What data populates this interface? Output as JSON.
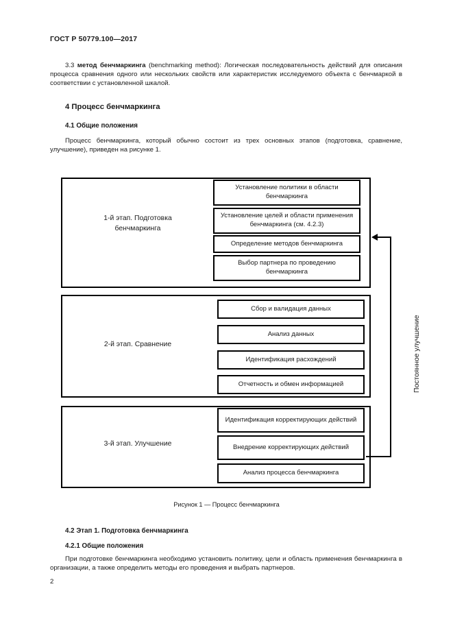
{
  "header": {
    "standard_ref": "ГОСТ Р 50779.100—2017"
  },
  "body": {
    "clause_3_3": {
      "number": "3.3",
      "term": "метод бенчмаркинга",
      "rest": " (benchmarking method): Логическая последовательность действий для описания процесса сравнения одного или нескольких свойств или характеристик исследуемого объекта с бенчмаркой в соответствии с установленной шкалой."
    },
    "heading_4": "4 Процесс бенчмаркинга",
    "heading_4_1": "4.1 Общие положения",
    "para_4_1": "Процесс бенчмаркинга, который обычно состоит из трех основных этапов (подготовка, сравнение, улучшение), приведен на рисунке 1.",
    "heading_4_2": "4.2 Этап 1. Подготовка бенчмаркинга",
    "heading_4_2_1": "4.2.1 Общие положения",
    "para_4_2_1": "При подготовке бенчмаркинга необходимо установить политику, цели и область применения бенчмаркинга в организации, а также определить методы его проведения и выбрать партнеров."
  },
  "figure": {
    "caption": "Рисунок 1 — Процесс бенчмаркинга",
    "loop_label": "Постоянное улучшение",
    "stages": [
      {
        "label_line1": "1-й этап. Подготовка",
        "label_line2": "бенчмаркинга",
        "items": [
          "Установление политики в области бенчмаркинга",
          "Установление целей и области применения бенчмаркинга (см. 4.2.3)",
          "Определение методов бенчмаркинга",
          "Выбор партнера по проведению бенчмаркинга"
        ]
      },
      {
        "label_line1": "2-й этап. Сравнение",
        "label_line2": "",
        "items": [
          "Сбор и валидация данных",
          "Анализ данных",
          "Идентификация расхождений",
          "Отчетность и обмен информацией"
        ]
      },
      {
        "label_line1": "3-й этап. Улучшение",
        "label_line2": "",
        "items": [
          "Идентификация корректирующих действий",
          "Внедрение корректирующих действий",
          "Анализ процесса бенчмаркинга"
        ]
      }
    ]
  },
  "footer": {
    "page_number": "2"
  }
}
